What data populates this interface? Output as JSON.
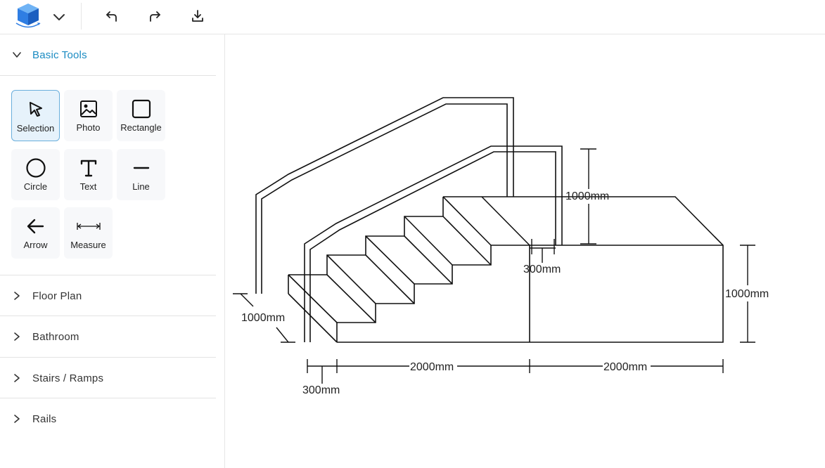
{
  "toolbar": {
    "logo_icon": "cube-logo-icon",
    "menu_icon": "chevron-down-icon",
    "undo_icon": "undo-icon",
    "redo_icon": "redo-icon",
    "download_icon": "download-icon"
  },
  "sidebar": {
    "basic_tools": {
      "label": "Basic Tools",
      "expanded": true,
      "tools": [
        {
          "label": "Selection",
          "icon": "cursor-icon",
          "selected": true
        },
        {
          "label": "Photo",
          "icon": "image-icon",
          "selected": false
        },
        {
          "label": "Rectangle",
          "icon": "square-icon",
          "selected": false
        },
        {
          "label": "Circle",
          "icon": "circle-icon",
          "selected": false
        },
        {
          "label": "Text",
          "icon": "text-icon",
          "selected": false
        },
        {
          "label": "Line",
          "icon": "line-icon",
          "selected": false
        },
        {
          "label": "Arrow",
          "icon": "arrow-left-icon",
          "selected": false
        },
        {
          "label": "Measure",
          "icon": "measure-icon",
          "selected": false
        }
      ]
    },
    "sections": [
      {
        "label": "Floor Plan"
      },
      {
        "label": "Bathroom"
      },
      {
        "label": "Stairs / Ramps"
      },
      {
        "label": "Rails"
      }
    ]
  },
  "colors": {
    "accent": "#1a8bc2",
    "selected_bg": "#e6f2fb",
    "selected_border": "#6aaedc",
    "tile_bg": "#f7f8fa",
    "stroke": "#111111"
  },
  "drawing": {
    "dimensions": {
      "rail_height_top": "1000mm",
      "rail_offset": "300mm",
      "platform_height": "1000mm",
      "rail_height_left": "1000mm",
      "stairs_length": "2000mm",
      "platform_length": "2000mm",
      "bottom_offset": "300mm"
    }
  }
}
